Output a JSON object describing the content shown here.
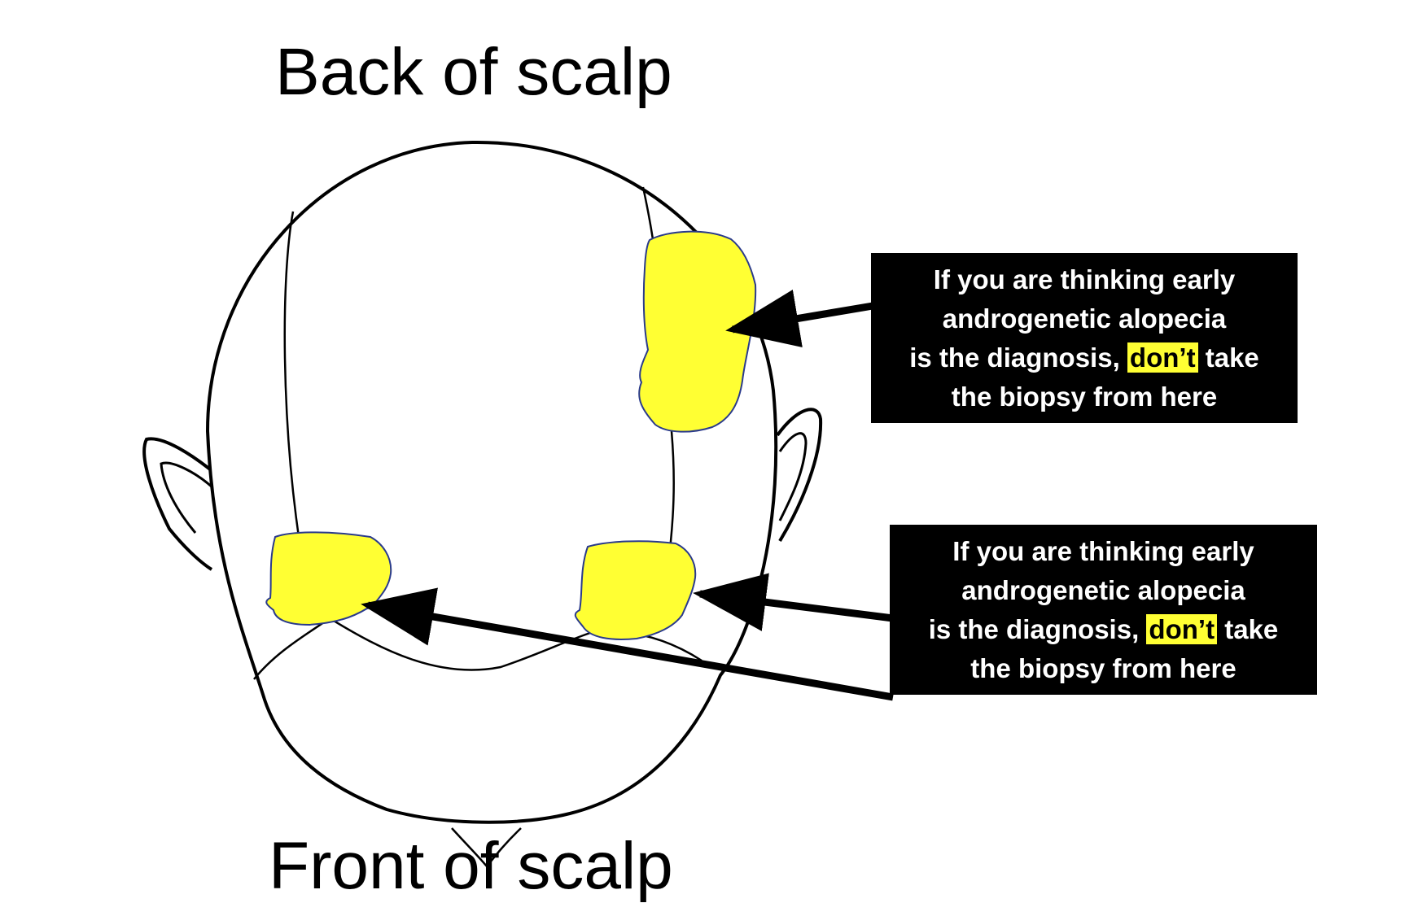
{
  "labels": {
    "top": "Back of scalp",
    "bottom": "Front of scalp"
  },
  "callouts": [
    {
      "line1": "If you are thinking early",
      "line2": "androgenetic alopecia",
      "line3_pre": "is the diagnosis,",
      "line3_highlight": "don’t",
      "line3_post": "take",
      "line4": "the biopsy from here"
    },
    {
      "line1": "If you are thinking early",
      "line2": "androgenetic alopecia",
      "line3_pre": "is the diagnosis,",
      "line3_highlight": "don’t",
      "line3_post": "take",
      "line4": "the biopsy from here"
    }
  ],
  "colors": {
    "highlight": "#ffff33",
    "outline": "#000000",
    "callout_bg": "#000000",
    "callout_text": "#ffffff"
  }
}
